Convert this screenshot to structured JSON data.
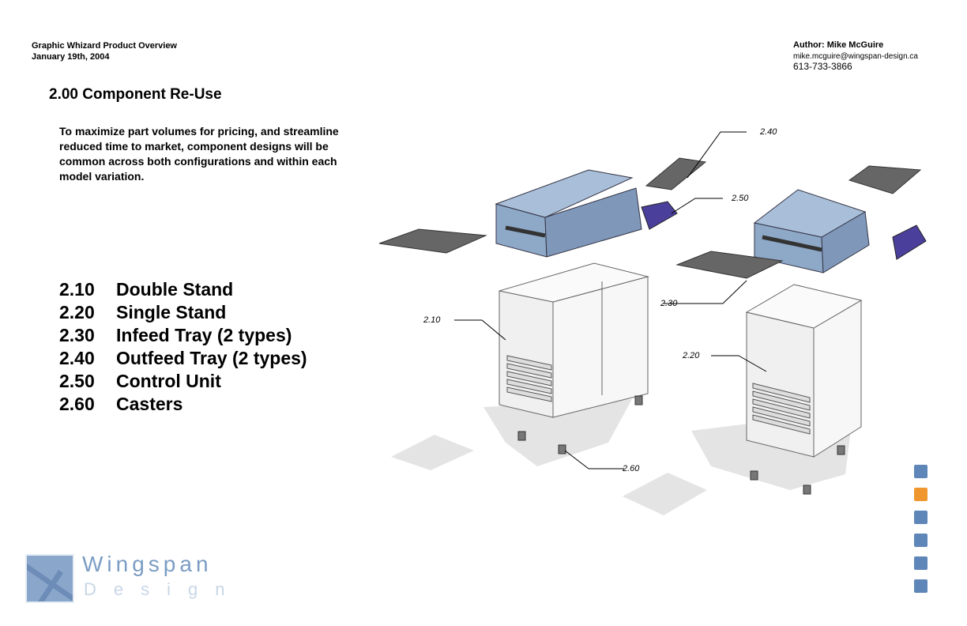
{
  "header": {
    "title": "Graphic Whizard Product Overview",
    "date": "January 19th, 2004",
    "author": "Author:  Mike McGuire",
    "email": "mike.mcguire@wingspan-design.ca",
    "phone": "613-733-3866"
  },
  "section": {
    "title": "2.00  Component Re-Use",
    "intro": "To maximize part volumes for pricing, and streamline reduced time to market, component designs will be common across both configurations and within each model variation."
  },
  "components": [
    {
      "num": "2.10",
      "label": "Double Stand"
    },
    {
      "num": "2.20",
      "label": "Single Stand"
    },
    {
      "num": "2.30",
      "label": "Infeed Tray (2 types)"
    },
    {
      "num": "2.40",
      "label": "Outfeed Tray (2 types)"
    },
    {
      "num": "2.50",
      "label": "Control Unit"
    },
    {
      "num": "2.60",
      "label": "Casters"
    }
  ],
  "callouts": {
    "c240": "2.40",
    "c250": "2.50",
    "c230": "2.30",
    "c210": "2.10",
    "c220": "2.20",
    "c260": "2.60"
  },
  "logo": {
    "word": "Wingspan",
    "sub": "Design"
  },
  "nav": {
    "colors": {
      "default": "#5f86b8",
      "active": "#f0962e"
    },
    "active_index": 1,
    "count": 6
  }
}
